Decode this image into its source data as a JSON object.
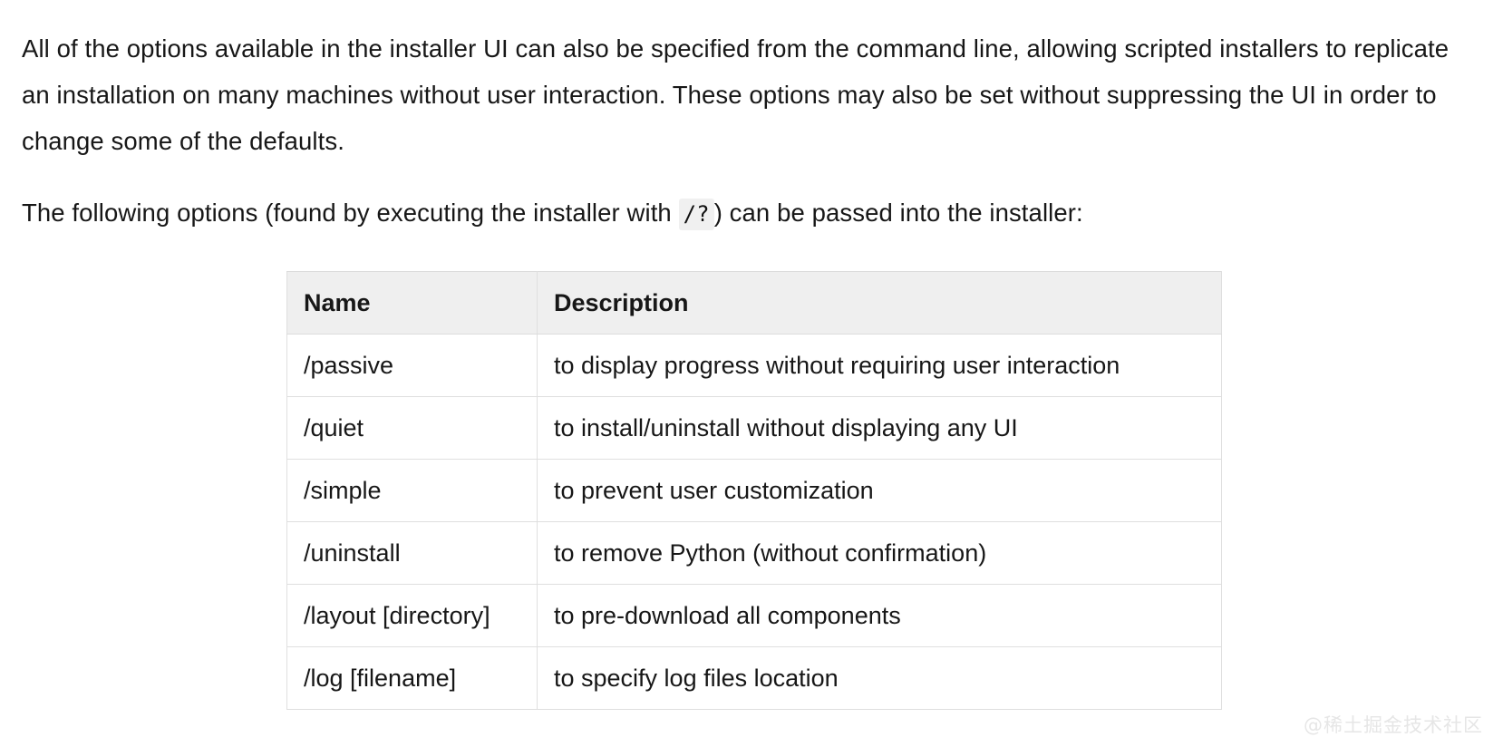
{
  "document": {
    "intro_paragraph": "All of the options available in the installer UI can also be specified from the command line, allowing scripted installers to replicate an installation on many machines without user interaction. These options may also be set without suppressing the UI in order to change some of the defaults.",
    "options_paragraph_before_code": "The following options (found by executing the installer with ",
    "options_inline_code": "/?",
    "options_paragraph_after_code": ") can be passed into the installer:"
  },
  "table": {
    "headers": [
      "Name",
      "Description"
    ],
    "rows": [
      {
        "name": "/passive",
        "description": "to display progress without requiring user interaction"
      },
      {
        "name": "/quiet",
        "description": "to install/uninstall without displaying any UI"
      },
      {
        "name": "/simple",
        "description": "to prevent user customization"
      },
      {
        "name": "/uninstall",
        "description": "to remove Python (without confirmation)"
      },
      {
        "name": "/layout [directory]",
        "description": "to pre-download all components"
      },
      {
        "name": "/log [filename]",
        "description": "to specify log files location"
      }
    ]
  },
  "watermark": {
    "text": "@稀土掘金技术社区"
  },
  "colors": {
    "page_background": "#ffffff",
    "text": "#171717",
    "table_border": "#dfdfdf",
    "table_header_background": "#efefef",
    "inline_code_background": "#f0f0f0",
    "watermark": "#e6e6e6"
  }
}
